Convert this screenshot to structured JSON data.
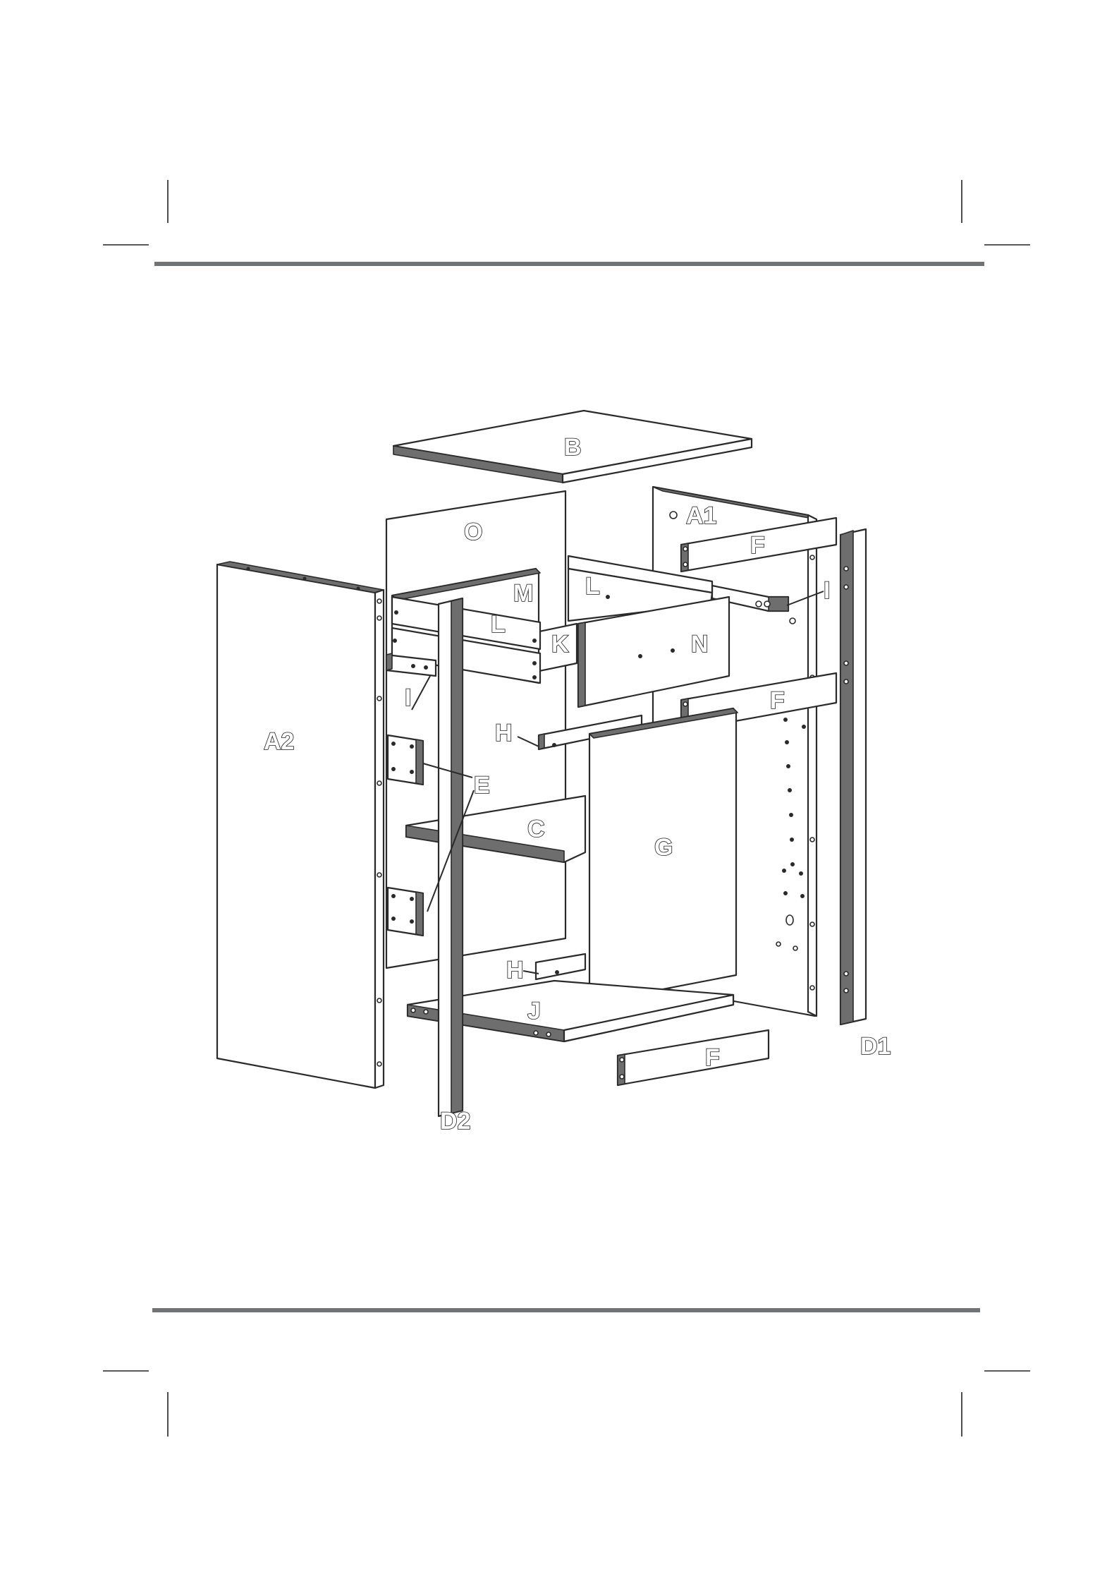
{
  "figure": {
    "part_labels": {
      "B": "B",
      "O": "O",
      "A1": "A1",
      "A2": "A2",
      "F_top": "F",
      "F_mid": "F",
      "F_bottom": "F",
      "I_left": "I",
      "I_right": "I",
      "M": "M",
      "L_left": "L",
      "L_right": "L",
      "K": "K",
      "N": "N",
      "H_upper": "H",
      "H_lower": "H",
      "E": "E",
      "C": "C",
      "G": "G",
      "J": "J",
      "D1": "D1",
      "D2": "D2"
    }
  },
  "colors": {
    "rule": "#6f7375",
    "line": "#2a2a2a",
    "edge_fill": "#6e6e6e"
  }
}
